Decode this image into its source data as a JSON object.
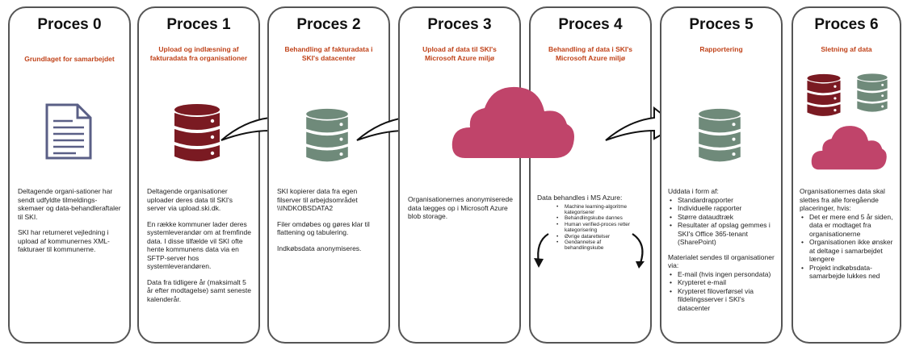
{
  "processes": [
    {
      "title": "Proces 0",
      "subtitle": "Grundlaget for samarbejdet",
      "icon": "document-icon",
      "text": [
        "Deltagende organi-sationer har sendt udfyldte tilmeldings-skemaer og data-behandleraftaler til SKI.",
        "SKI har returneret vejledning i upload af kommunernes XML-fakturaer til kommunerne."
      ]
    },
    {
      "title": "Proces 1",
      "subtitle": "Upload og indlæsning af fakturadata fra organisationer",
      "icon": "database-icon",
      "text": [
        "Deltagende organisationer uploader deres data til SKI's server via upload.ski.dk.",
        "En række kommuner lader deres systemleverandør om at fremfinde data. I disse tilfælde vil SKI ofte hente kommunens data via en SFTP-server hos systemleverandøren.",
        "Data fra tidligere år (maksimalt 5 år efter modtagelse) samt seneste kalenderår."
      ]
    },
    {
      "title": "Proces 2",
      "subtitle": "Behandling af fakturadata i SKI's datacenter",
      "icon": "database-icon",
      "text": [
        "SKI kopierer data fra egen filserver til arbejdsområdet \\\\INDKOBSDATA2",
        "Filer omdøbes og gøres klar til flattening og tabulering.",
        "Indkøbsdata anonymiseres."
      ]
    },
    {
      "title": "Proces 3",
      "subtitle": "Upload af data til SKI's Microsoft Azure miljø",
      "icon": "cloud-icon",
      "text": [
        "Organisationernes anonymiserede data lægges op i Microsoft Azure blob storage."
      ]
    },
    {
      "title": "Proces 4",
      "subtitle": "Behandling af data i SKI's Microsoft Azure miljø",
      "icon": "cloud-icon",
      "intro": "Data behandles i MS Azure:",
      "bullets": [
        "Machine learning-algoritme kategoriserer",
        "Behandlingskube dannes",
        "Human verified-proces retter kategorisering",
        "Øvrige datarettelser",
        "Gendannelse af behandlingskube"
      ]
    },
    {
      "title": "Proces 5",
      "subtitle": "Rapportering",
      "icon": "database-icon",
      "intro": "Uddata i form af:",
      "bullets": [
        "Standardrapporter",
        "Individuelle rapporter",
        "Større dataudtræk",
        "Resultater af opslag gemmes i SKI's Office 365-tenant (SharePoint)"
      ],
      "intro2": "Materialet sendes til organisationer via:",
      "bullets2": [
        "E-mail (hvis ingen persondata)",
        "Krypteret e-mail",
        "Krypteret filoverførsel via fildelingsserver i SKI's datacenter"
      ]
    },
    {
      "title": "Proces 6",
      "subtitle": "Sletning af data",
      "icon": "database-cloud-icon",
      "intro": "Organisationernes data skal slettes fra alle foregående placeringer, hvis:",
      "bullets": [
        "Det er mere end 5 år siden, data er modtaget fra organisationerne",
        "Organisationen ikke ønsker at deltage i samarbejdet længere",
        "Projekt indkøbsdata-samarbejde lukkes ned"
      ]
    }
  ],
  "colors": {
    "dark_red_db": "#7a1a22",
    "grey_green_db": "#6f8a7a",
    "cloud": "#c0446a",
    "subtitle": "#c0431a",
    "document": "#5a5f86"
  }
}
